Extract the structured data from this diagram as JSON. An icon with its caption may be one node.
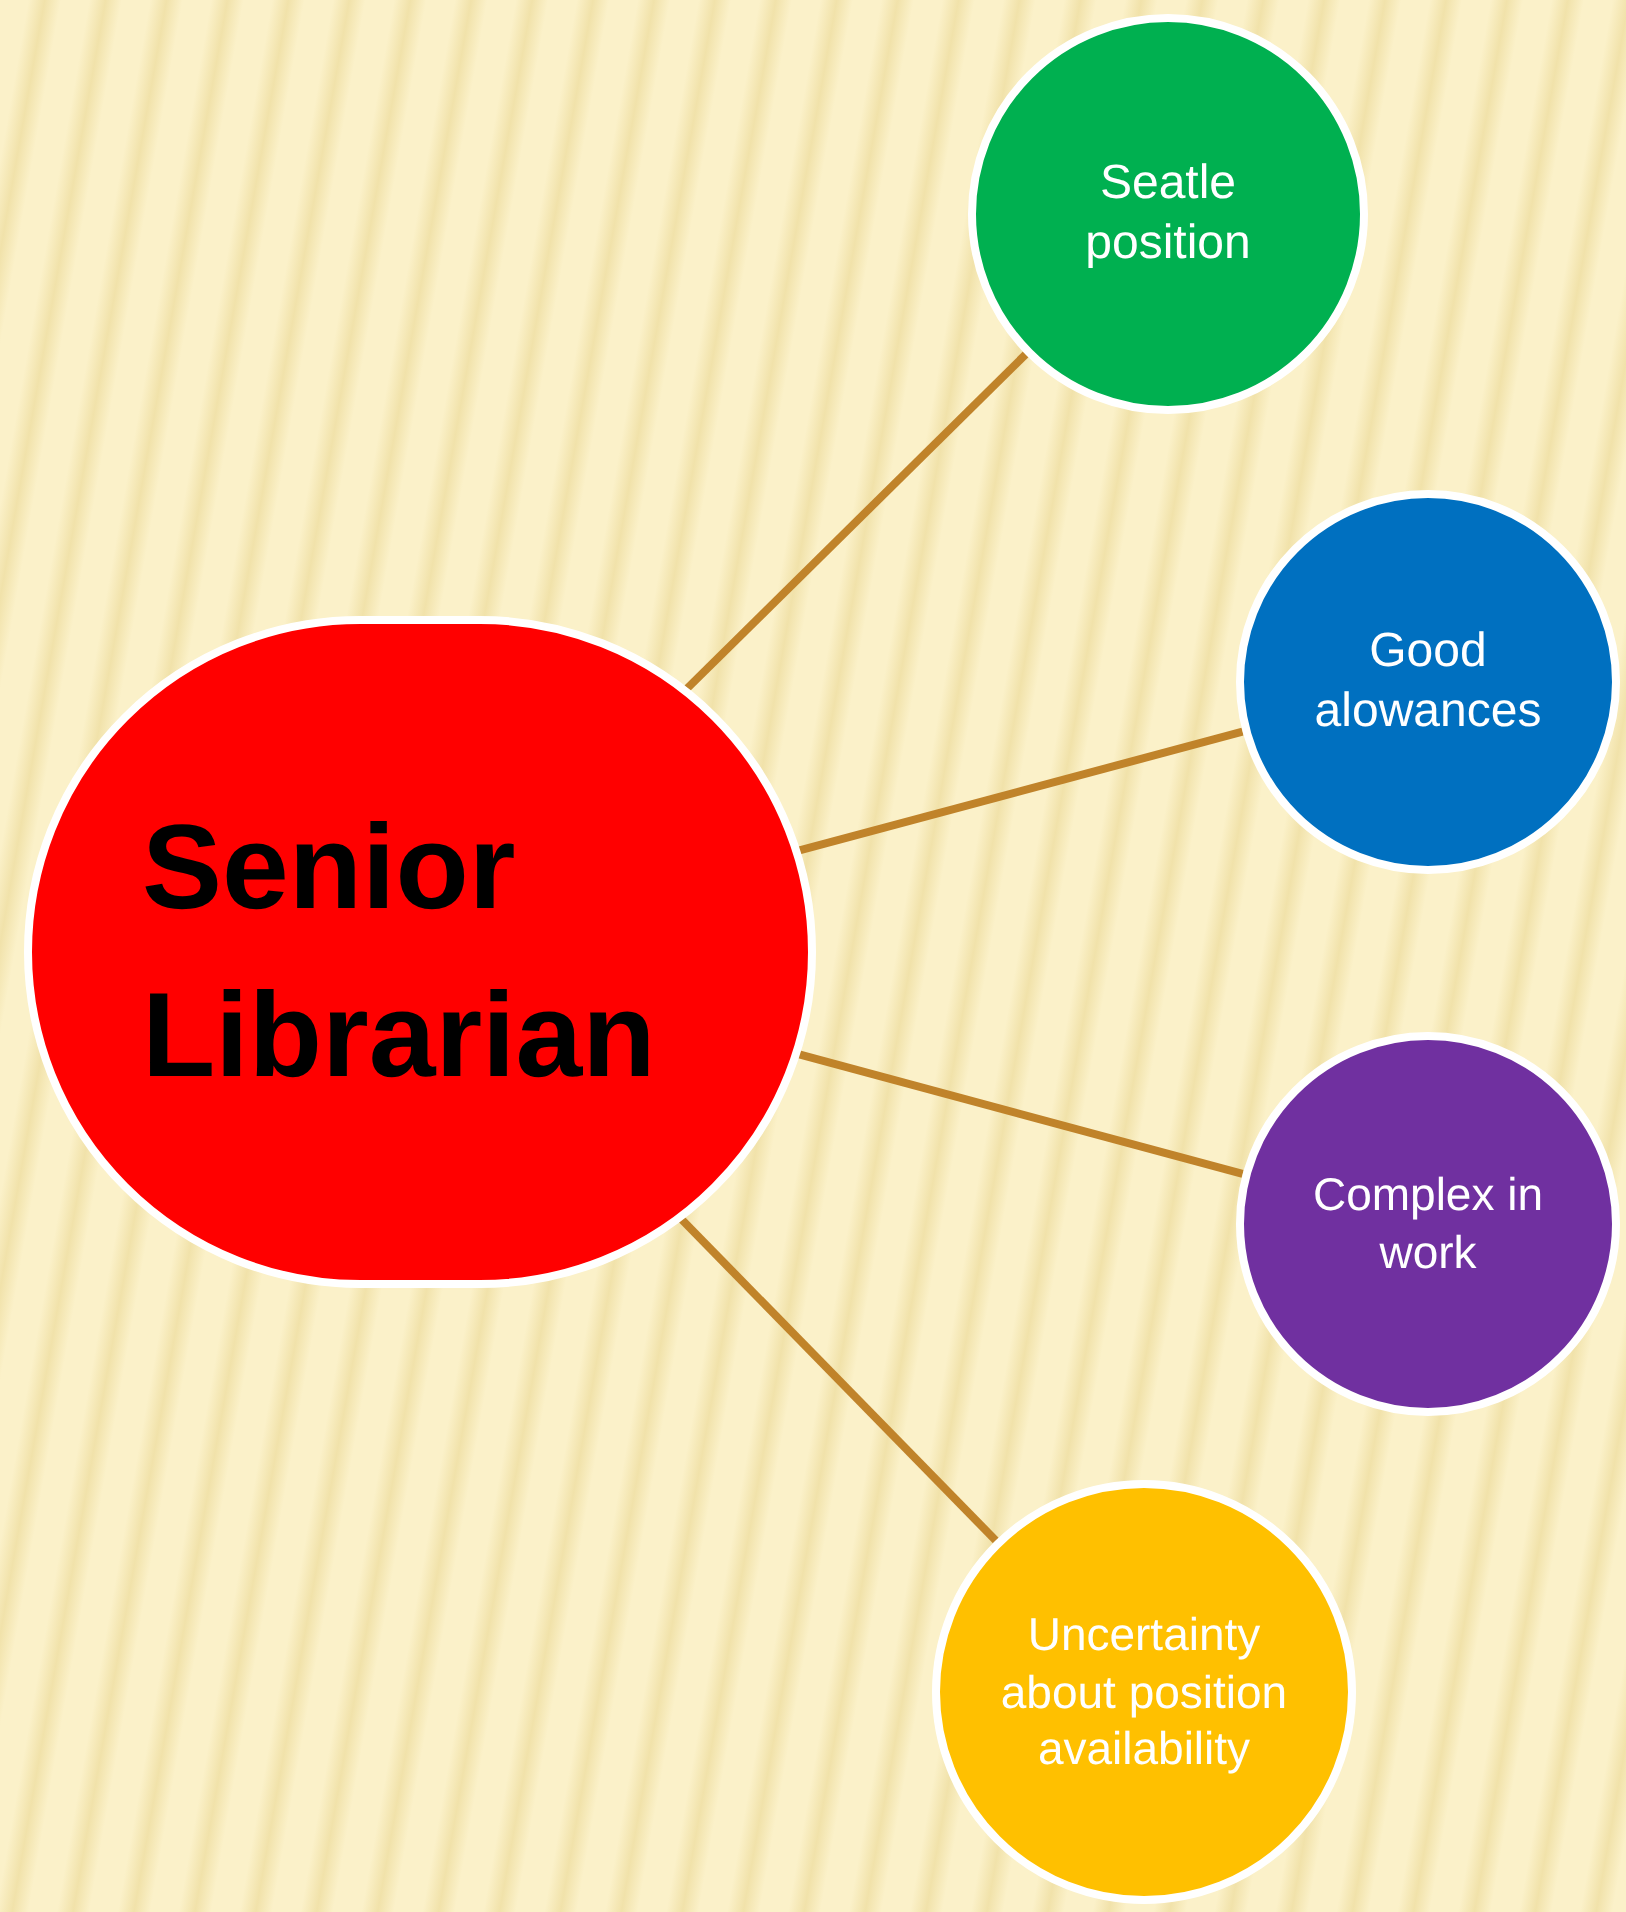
{
  "diagram": {
    "nodes": [
      {
        "text": [
          "Senior Librarian"
        ]
      },
      {
        "text": [
          "Seatle position"
        ]
      },
      {
        "text": [
          "Good alowances"
        ]
      },
      {
        "text": [
          "Complex in work"
        ]
      },
      {
        "text": [
          "Uncertainty about position availability"
        ]
      }
    ],
    "edges": [
      {
        "from": 0,
        "to": 1,
        "arrow": "none"
      },
      {
        "from": 0,
        "to": 2,
        "arrow": "none"
      },
      {
        "from": 0,
        "to": 3,
        "arrow": "none"
      },
      {
        "from": 0,
        "to": 4,
        "arrow": "none"
      }
    ]
  }
}
